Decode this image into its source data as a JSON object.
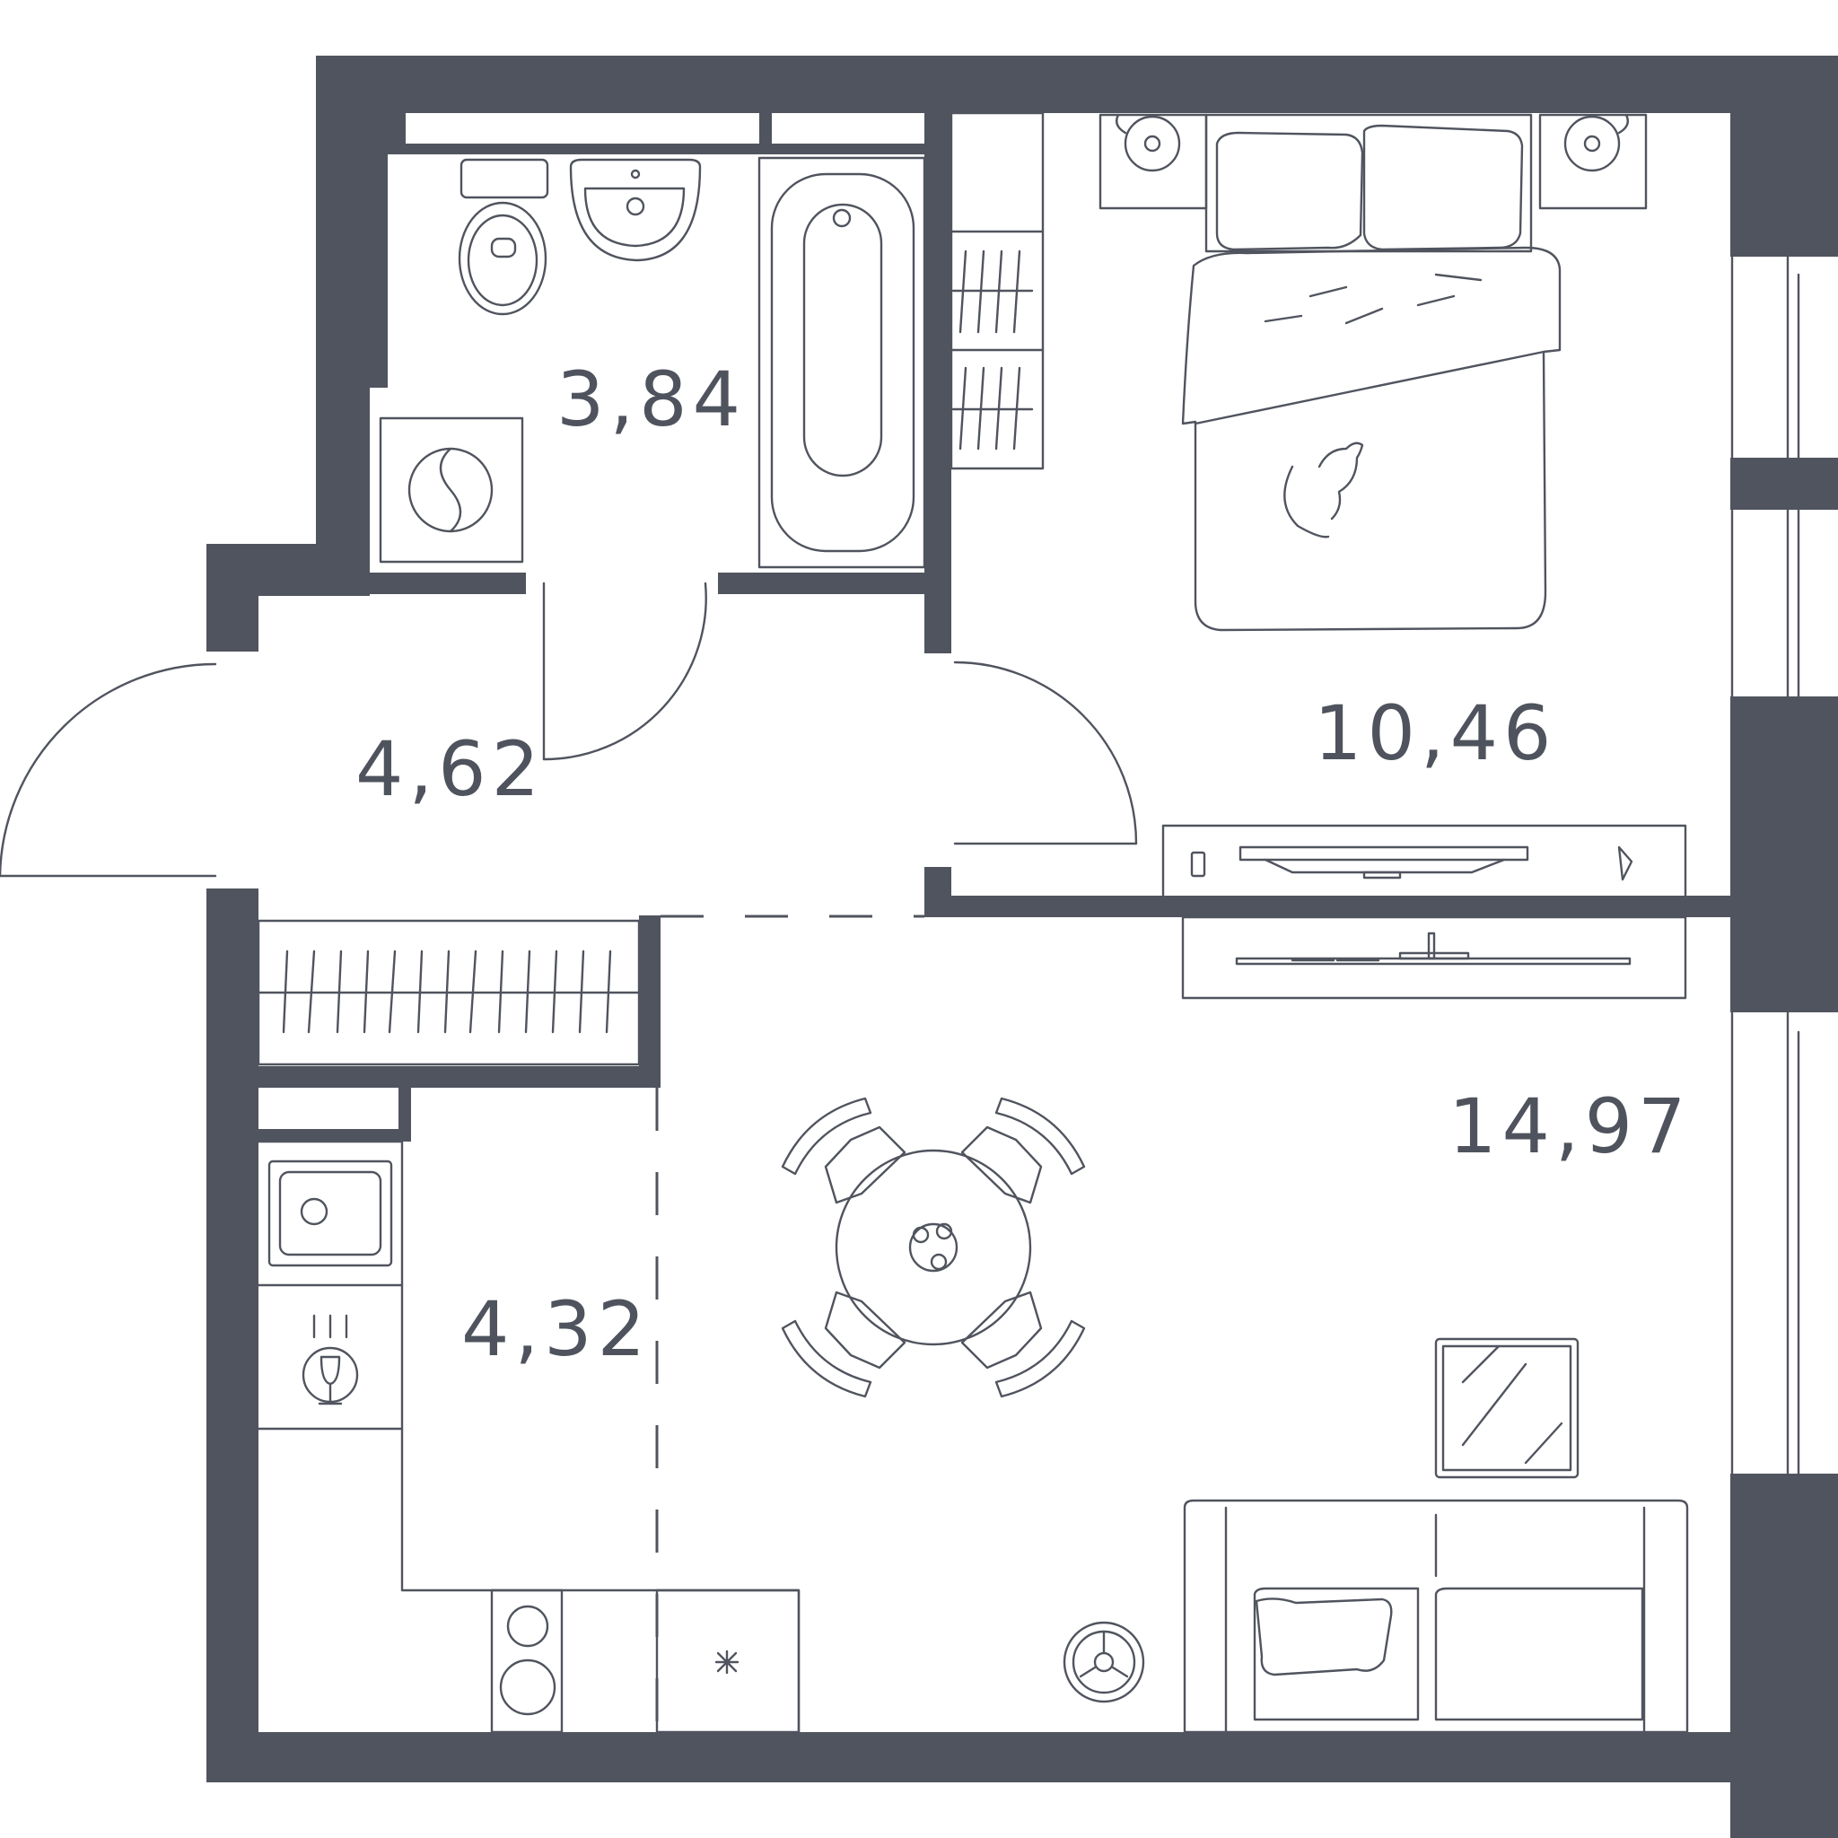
{
  "floor_plan": {
    "rooms": [
      {
        "id": "bathroom",
        "area_label": "3,84"
      },
      {
        "id": "hallway",
        "area_label": "4,62"
      },
      {
        "id": "bedroom",
        "area_label": "10,46"
      },
      {
        "id": "living_room",
        "area_label": "14,97"
      },
      {
        "id": "kitchen",
        "area_label": "4,32"
      }
    ],
    "colors": {
      "wall": "#50545e",
      "lines": "#50545e",
      "background": "#ffffff"
    }
  }
}
